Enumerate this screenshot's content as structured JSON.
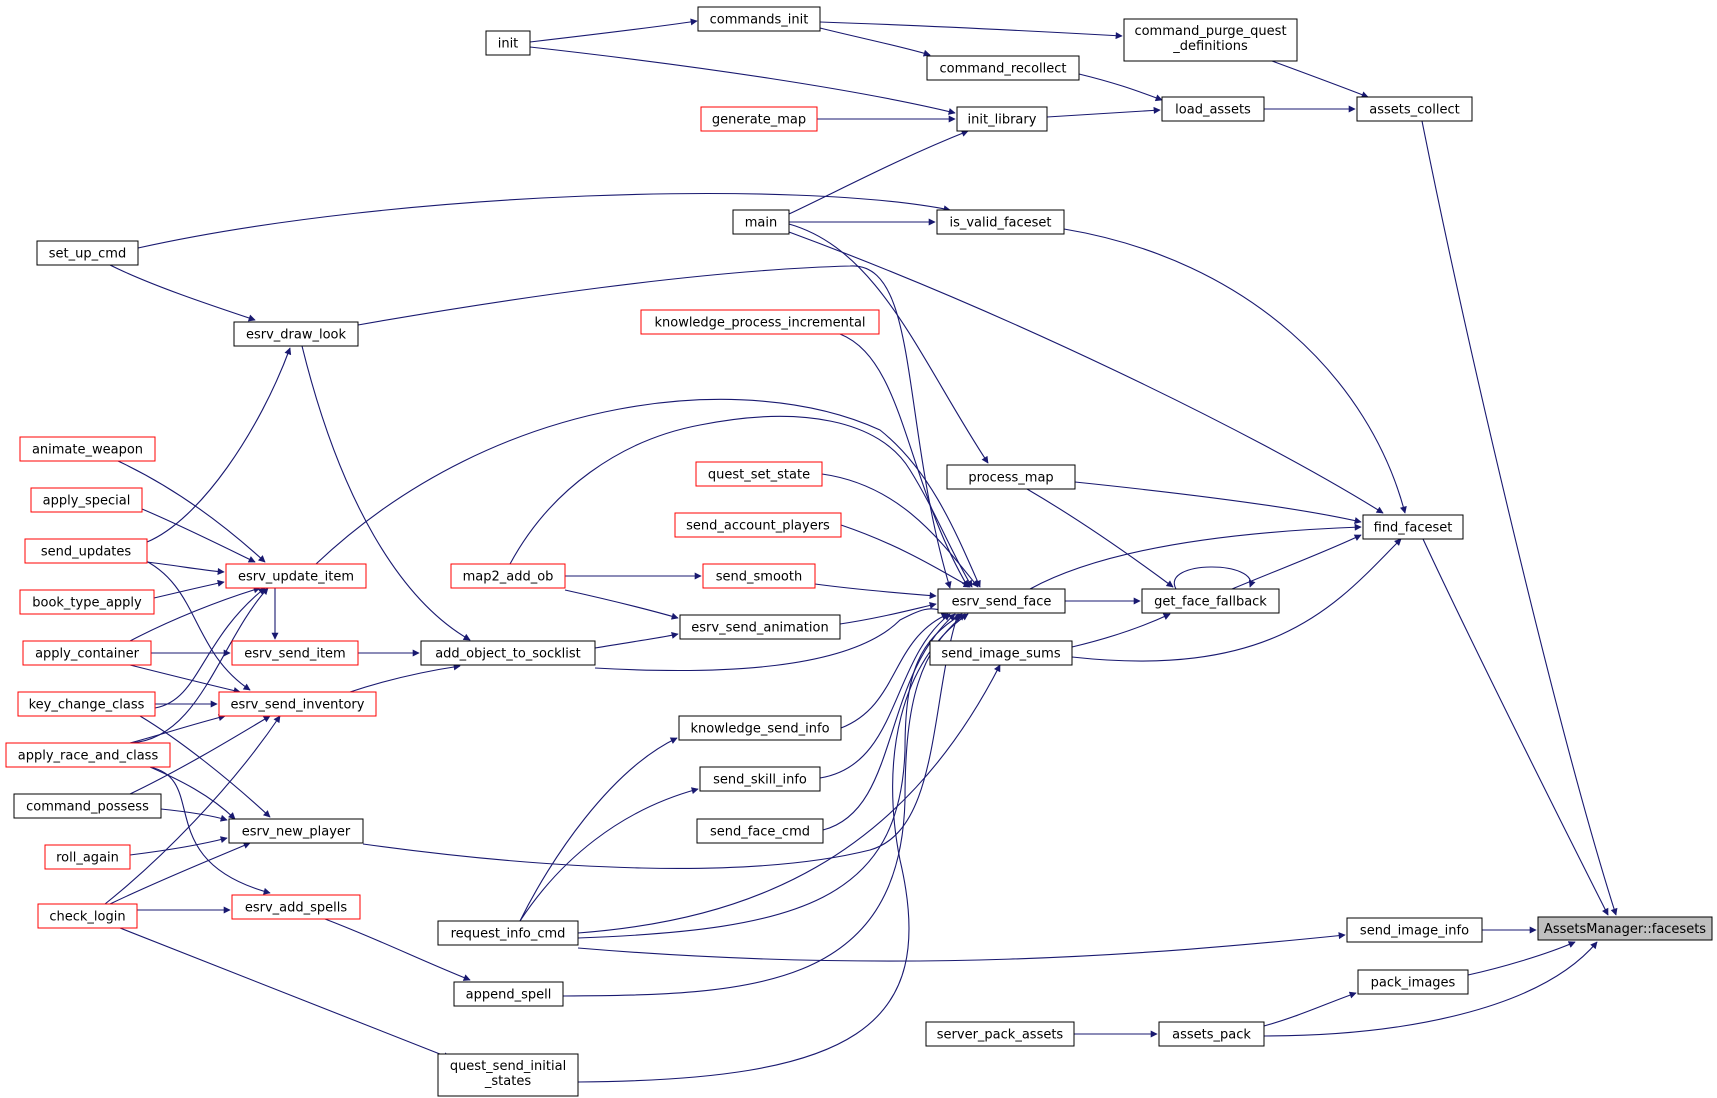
{
  "graph": {
    "colors": {
      "edge": "#191970",
      "normal_border": "#000000",
      "truncated_border": "#ff0000",
      "focus_fill": "#bfbfbf",
      "background": "#ffffff"
    },
    "nodes": [
      {
        "id": "facesets",
        "lines": [
          "AssetsManager::facesets"
        ],
        "style": "focus"
      },
      {
        "id": "assets_collect",
        "lines": [
          "assets_collect"
        ],
        "style": "normal"
      },
      {
        "id": "find_faceset",
        "lines": [
          "find_faceset"
        ],
        "style": "normal"
      },
      {
        "id": "send_image_info",
        "lines": [
          "send_image_info"
        ],
        "style": "normal"
      },
      {
        "id": "pack_images",
        "lines": [
          "pack_images"
        ],
        "style": "normal"
      },
      {
        "id": "assets_pack",
        "lines": [
          "assets_pack"
        ],
        "style": "normal"
      },
      {
        "id": "server_pack_assets",
        "lines": [
          "server_pack_assets"
        ],
        "style": "normal"
      },
      {
        "id": "load_assets",
        "lines": [
          "load_assets"
        ],
        "style": "normal"
      },
      {
        "id": "command_purge",
        "lines": [
          "command_purge_quest",
          "_definitions"
        ],
        "style": "normal"
      },
      {
        "id": "command_recollect",
        "lines": [
          "command_recollect"
        ],
        "style": "normal"
      },
      {
        "id": "commands_init",
        "lines": [
          "commands_init"
        ],
        "style": "normal"
      },
      {
        "id": "init",
        "lines": [
          "init"
        ],
        "style": "normal"
      },
      {
        "id": "init_library",
        "lines": [
          "init_library"
        ],
        "style": "normal"
      },
      {
        "id": "generate_map",
        "lines": [
          "generate_map"
        ],
        "style": "truncated"
      },
      {
        "id": "main",
        "lines": [
          "main"
        ],
        "style": "normal"
      },
      {
        "id": "is_valid_faceset",
        "lines": [
          "is_valid_faceset"
        ],
        "style": "normal"
      },
      {
        "id": "set_up_cmd",
        "lines": [
          "set_up_cmd"
        ],
        "style": "normal"
      },
      {
        "id": "esrv_draw_look",
        "lines": [
          "esrv_draw_look"
        ],
        "style": "normal"
      },
      {
        "id": "knowledge_process_incremental",
        "lines": [
          "knowledge_process_incremental"
        ],
        "style": "truncated"
      },
      {
        "id": "process_map",
        "lines": [
          "process_map"
        ],
        "style": "normal"
      },
      {
        "id": "quest_set_state",
        "lines": [
          "quest_set_state"
        ],
        "style": "truncated"
      },
      {
        "id": "send_account_players",
        "lines": [
          "send_account_players"
        ],
        "style": "truncated"
      },
      {
        "id": "send_smooth",
        "lines": [
          "send_smooth"
        ],
        "style": "truncated"
      },
      {
        "id": "map2_add_ob",
        "lines": [
          "map2_add_ob"
        ],
        "style": "truncated"
      },
      {
        "id": "esrv_send_face",
        "lines": [
          "esrv_send_face"
        ],
        "style": "normal"
      },
      {
        "id": "get_face_fallback",
        "lines": [
          "get_face_fallback"
        ],
        "style": "normal"
      },
      {
        "id": "esrv_send_animation",
        "lines": [
          "esrv_send_animation"
        ],
        "style": "normal"
      },
      {
        "id": "send_image_sums",
        "lines": [
          "send_image_sums"
        ],
        "style": "normal"
      },
      {
        "id": "add_object_to_socklist",
        "lines": [
          "add_object_to_socklist"
        ],
        "style": "normal"
      },
      {
        "id": "esrv_send_item",
        "lines": [
          "esrv_send_item"
        ],
        "style": "truncated"
      },
      {
        "id": "esrv_update_item",
        "lines": [
          "esrv_update_item"
        ],
        "style": "truncated"
      },
      {
        "id": "esrv_send_inventory",
        "lines": [
          "esrv_send_inventory"
        ],
        "style": "truncated"
      },
      {
        "id": "animate_weapon",
        "lines": [
          "animate_weapon"
        ],
        "style": "truncated"
      },
      {
        "id": "apply_special",
        "lines": [
          "apply_special"
        ],
        "style": "truncated"
      },
      {
        "id": "send_updates",
        "lines": [
          "send_updates"
        ],
        "style": "truncated"
      },
      {
        "id": "book_type_apply",
        "lines": [
          "book_type_apply"
        ],
        "style": "truncated"
      },
      {
        "id": "apply_container",
        "lines": [
          "apply_container"
        ],
        "style": "truncated"
      },
      {
        "id": "key_change_class",
        "lines": [
          "key_change_class"
        ],
        "style": "truncated"
      },
      {
        "id": "apply_race_and_class",
        "lines": [
          "apply_race_and_class"
        ],
        "style": "truncated"
      },
      {
        "id": "command_possess",
        "lines": [
          "command_possess"
        ],
        "style": "normal"
      },
      {
        "id": "roll_again",
        "lines": [
          "roll_again"
        ],
        "style": "truncated"
      },
      {
        "id": "check_login",
        "lines": [
          "check_login"
        ],
        "style": "truncated"
      },
      {
        "id": "esrv_new_player",
        "lines": [
          "esrv_new_player"
        ],
        "style": "normal"
      },
      {
        "id": "esrv_add_spells",
        "lines": [
          "esrv_add_spells"
        ],
        "style": "truncated"
      },
      {
        "id": "knowledge_send_info",
        "lines": [
          "knowledge_send_info"
        ],
        "style": "normal"
      },
      {
        "id": "send_skill_info",
        "lines": [
          "send_skill_info"
        ],
        "style": "normal"
      },
      {
        "id": "send_face_cmd",
        "lines": [
          "send_face_cmd"
        ],
        "style": "normal"
      },
      {
        "id": "request_info_cmd",
        "lines": [
          "request_info_cmd"
        ],
        "style": "normal"
      },
      {
        "id": "append_spell",
        "lines": [
          "append_spell"
        ],
        "style": "normal"
      },
      {
        "id": "quest_send_initial_states",
        "lines": [
          "quest_send_initial",
          "_states"
        ],
        "style": "normal"
      }
    ],
    "edges": [
      [
        "assets_collect",
        "facesets"
      ],
      [
        "find_faceset",
        "facesets"
      ],
      [
        "send_image_info",
        "facesets"
      ],
      [
        "pack_images",
        "facesets"
      ],
      [
        "assets_pack",
        "facesets"
      ],
      [
        "server_pack_assets",
        "assets_pack"
      ],
      [
        "assets_pack",
        "pack_images"
      ],
      [
        "load_assets",
        "assets_collect"
      ],
      [
        "command_purge",
        "assets_collect"
      ],
      [
        "command_recollect",
        "load_assets"
      ],
      [
        "init_library",
        "load_assets"
      ],
      [
        "commands_init",
        "command_purge"
      ],
      [
        "commands_init",
        "command_recollect"
      ],
      [
        "init",
        "commands_init"
      ],
      [
        "init",
        "init_library"
      ],
      [
        "generate_map",
        "init_library"
      ],
      [
        "main",
        "init_library"
      ],
      [
        "main",
        "is_valid_faceset"
      ],
      [
        "set_up_cmd",
        "is_valid_faceset"
      ],
      [
        "is_valid_faceset",
        "find_faceset"
      ],
      [
        "main",
        "find_faceset"
      ],
      [
        "main",
        "process_map"
      ],
      [
        "process_map",
        "find_faceset"
      ],
      [
        "process_map",
        "get_face_fallback"
      ],
      [
        "esrv_send_face",
        "find_faceset"
      ],
      [
        "get_face_fallback",
        "find_faceset"
      ],
      [
        "send_image_sums",
        "find_faceset"
      ],
      [
        "get_face_fallback",
        "get_face_fallback"
      ],
      [
        "esrv_send_face",
        "get_face_fallback"
      ],
      [
        "send_image_sums",
        "get_face_fallback"
      ],
      [
        "request_info_cmd",
        "send_image_info"
      ],
      [
        "set_up_cmd",
        "esrv_draw_look"
      ],
      [
        "esrv_draw_look",
        "esrv_send_face"
      ],
      [
        "knowledge_process_incremental",
        "esrv_send_face"
      ],
      [
        "quest_set_state",
        "esrv_send_face"
      ],
      [
        "send_account_players",
        "esrv_send_face"
      ],
      [
        "send_smooth",
        "esrv_send_face"
      ],
      [
        "esrv_send_animation",
        "esrv_send_face"
      ],
      [
        "add_object_to_socklist",
        "esrv_send_face"
      ],
      [
        "esrv_update_item",
        "esrv_send_face"
      ],
      [
        "map2_add_ob",
        "esrv_send_face"
      ],
      [
        "knowledge_send_info",
        "esrv_send_face"
      ],
      [
        "send_skill_info",
        "esrv_send_face"
      ],
      [
        "send_face_cmd",
        "esrv_send_face"
      ],
      [
        "esrv_new_player",
        "esrv_send_face"
      ],
      [
        "request_info_cmd",
        "esrv_send_face"
      ],
      [
        "append_spell",
        "esrv_send_face"
      ],
      [
        "quest_send_initial_states",
        "esrv_send_face"
      ],
      [
        "map2_add_ob",
        "send_smooth"
      ],
      [
        "map2_add_ob",
        "esrv_send_animation"
      ],
      [
        "add_object_to_socklist",
        "esrv_send_animation"
      ],
      [
        "esrv_draw_look",
        "add_object_to_socklist"
      ],
      [
        "esrv_send_item",
        "add_object_to_socklist"
      ],
      [
        "esrv_send_inventory",
        "add_object_to_socklist"
      ],
      [
        "esrv_update_item",
        "esrv_send_item"
      ],
      [
        "apply_container",
        "esrv_send_item"
      ],
      [
        "send_updates",
        "esrv_draw_look"
      ],
      [
        "animate_weapon",
        "esrv_update_item"
      ],
      [
        "apply_special",
        "esrv_update_item"
      ],
      [
        "send_updates",
        "esrv_update_item"
      ],
      [
        "book_type_apply",
        "esrv_update_item"
      ],
      [
        "apply_container",
        "esrv_update_item"
      ],
      [
        "key_change_class",
        "esrv_update_item"
      ],
      [
        "apply_race_and_class",
        "esrv_update_item"
      ],
      [
        "apply_container",
        "esrv_send_inventory"
      ],
      [
        "key_change_class",
        "esrv_send_inventory"
      ],
      [
        "apply_race_and_class",
        "esrv_send_inventory"
      ],
      [
        "command_possess",
        "esrv_send_inventory"
      ],
      [
        "check_login",
        "esrv_send_inventory"
      ],
      [
        "send_updates",
        "esrv_send_inventory"
      ],
      [
        "key_change_class",
        "esrv_new_player"
      ],
      [
        "apply_race_and_class",
        "esrv_new_player"
      ],
      [
        "command_possess",
        "esrv_new_player"
      ],
      [
        "roll_again",
        "esrv_new_player"
      ],
      [
        "check_login",
        "esrv_new_player"
      ],
      [
        "check_login",
        "esrv_add_spells"
      ],
      [
        "apply_race_and_class",
        "esrv_add_spells"
      ],
      [
        "esrv_add_spells",
        "append_spell"
      ],
      [
        "check_login",
        "quest_send_initial_states"
      ],
      [
        "request_info_cmd",
        "knowledge_send_info"
      ],
      [
        "request_info_cmd",
        "send_skill_info"
      ],
      [
        "request_info_cmd",
        "send_image_sums"
      ]
    ]
  }
}
